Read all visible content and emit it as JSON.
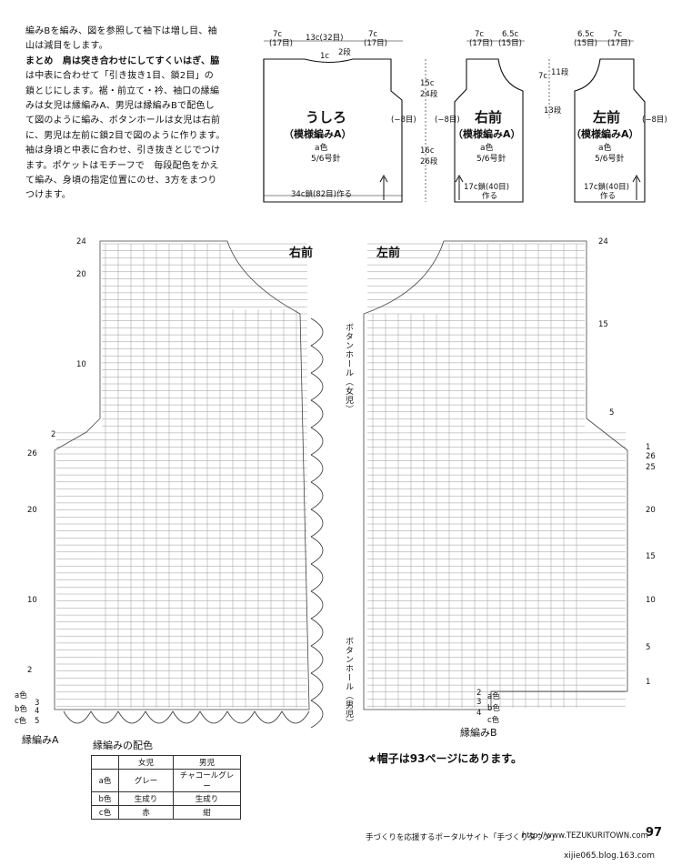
{
  "intro": {
    "lines": [
      "編みBを編み、図を参照して袖下は増し目、袖",
      "山は減目をします。",
      "まとめ　肩は突き合わせにしてすくいはぎ、脇",
      "は中表に合わせて「引き抜き1目、鎖2目」の",
      "鎖とじにします。裾・前立て・衿、袖口の縁編",
      "みは女児は縁編みA、男児は縁編みBで配色し",
      "て図のように編み、ボタンホールは女児は右前",
      "に、男児は左前に鎖2目で図のように作ります。",
      "袖は身頃と中表に合わせ、引き抜きとじでつけ",
      "ます。ポケットはモチーフで　毎段配色をかえ",
      "て編み、身頃の指定位置にのせ、3方をまつり",
      "つけます。"
    ]
  },
  "back": {
    "title": "うしろ",
    "subtitle": "（模様編みA）",
    "color": "a色",
    "needle": "5/6号針",
    "top_left": "7c",
    "top_left_sts": "(17目)",
    "top_mid": "13c(32目)",
    "top_right": "7c",
    "top_right_sts": "(17目)",
    "neck_depth": "1c",
    "neck_rows": "2段",
    "upper_len": "15c",
    "upper_rows": "24段",
    "lower_len": "16c",
    "lower_rows": "26段",
    "side_dec": "(−8目)",
    "bottom": "34c鎖(82目)作る"
  },
  "right_front": {
    "title": "右前",
    "subtitle": "（模様編みA）",
    "color": "a色",
    "needle": "5/6号針",
    "top_left": "7c",
    "top_left_sts": "(17目)",
    "top_right": "6.5c",
    "top_right_sts": "(15目)",
    "neck_len": "7c",
    "neck_rows": "11段",
    "neck_rows2": "13段",
    "side_dec": "(−8目)",
    "bottom": "17c鎖(40目)",
    "bottom2": "作る"
  },
  "left_front": {
    "title": "左前",
    "subtitle": "（模様編みA）",
    "color": "a色",
    "needle": "5/6号針",
    "top_left": "6.5c",
    "top_left_sts": "(15目)",
    "top_right": "7c",
    "top_right_sts": "(17目)",
    "side_dec": "(−8目)",
    "bottom": "17c鎖(40目)",
    "bottom2": "作る"
  },
  "chart": {
    "right_title": "右前",
    "left_title": "左前",
    "left_rows": [
      "24",
      "20",
      "10",
      "2",
      "26",
      "20",
      "10",
      "2"
    ],
    "right_rows": [
      "24",
      "15",
      "5",
      "1",
      "26",
      "25",
      "20",
      "15",
      "10",
      "5",
      "1"
    ],
    "color_rows": [
      "a色",
      "3",
      "b色",
      "4",
      "c色",
      "5"
    ],
    "color_rows_right": [
      "2",
      "a色",
      "3",
      "b色",
      "4",
      "c色"
    ],
    "buttonhole_girl": "ボタンホール（女児）",
    "buttonhole_boy": "ボタンホール（男児）",
    "edge_a": "縁編みA",
    "edge_b": "縁編みB"
  },
  "color_table": {
    "title": "縁編みの配色",
    "headers": [
      "",
      "女児",
      "男児"
    ],
    "rows": [
      [
        "a色",
        "グレー",
        "チャコールグレー"
      ],
      [
        "b色",
        "生成り",
        "生成り"
      ],
      [
        "c色",
        "赤",
        "紺"
      ]
    ]
  },
  "hat_note": "★帽子は93ページにあります。",
  "footer": {
    "text": "手づくりを応援するポータルサイト「手づくりタウン」",
    "url": "http://www.TEZUKURITOWN.com",
    "page": "97",
    "blog": "xijie065.blog.163.com"
  }
}
